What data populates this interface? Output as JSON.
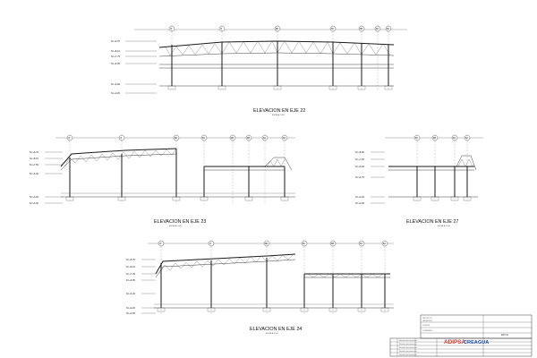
{
  "elevations": [
    {
      "title": "ELEVACION EN EJE 22",
      "scale": "ESCALA 1:100",
      "axes": [
        "B'",
        "B",
        "BD",
        "BC",
        "BB",
        "BA",
        "BA"
      ],
      "levels": [
        "N=+9.70",
        "N=+8.16",
        "N=+7.75",
        "N=+6.95",
        "N=+3.90",
        "N=+0.20"
      ]
    },
    {
      "title": "ELEVACION EN EJE 23",
      "scale": "ESCALA 1:100",
      "axes": [
        "B'",
        "B",
        "BD",
        "BC",
        "BB",
        "BB",
        "BA",
        "BA"
      ],
      "levels": [
        "N=+8.76",
        "N=+8.15",
        "N=+7.55",
        "N=+6.20",
        "N=+0.20",
        "N=+0.00"
      ]
    },
    {
      "title": "ELEVACION EN EJE 27",
      "scale": "ESCALA 1:100",
      "axes": [
        "BC",
        "BB",
        "BA",
        "BA"
      ],
      "levels": [
        "N=+8.00",
        "N=+7.50",
        "N=+6.60",
        "N=+4.75",
        "N=+0.20",
        "N=+0.00"
      ]
    },
    {
      "title": "ELEVACION EN EJE 24",
      "scale": "ESCALA 1:100",
      "axes": [
        "B'",
        "B",
        "BD",
        "BC",
        "BB",
        "BA",
        "BA"
      ],
      "levels": [
        "N=+8.70",
        "N=+8.10",
        "N=+7.35",
        "N=+6.95",
        "N=+4.20",
        "N=+0.20",
        "N=+0.00"
      ]
    }
  ],
  "title_block": {
    "logo_primary": "ADIPSA",
    "logo_secondary": "CREAGUA",
    "revisions": [
      "Revisión de estructuras",
      "Revisión de estructuras",
      "Revisión de estructuras",
      "Revisión de estructuras",
      "Revisión de estructuras"
    ],
    "fields": [
      "PROYECTO:",
      "UBICACION:",
      "CLIENTE:",
      "CONTENIDO:"
    ],
    "drawing_code": "EST-01"
  },
  "colors": {
    "line": "#2a2a2a",
    "logo_red": "#d23a2a",
    "logo_blue": "#1e4fa3"
  }
}
